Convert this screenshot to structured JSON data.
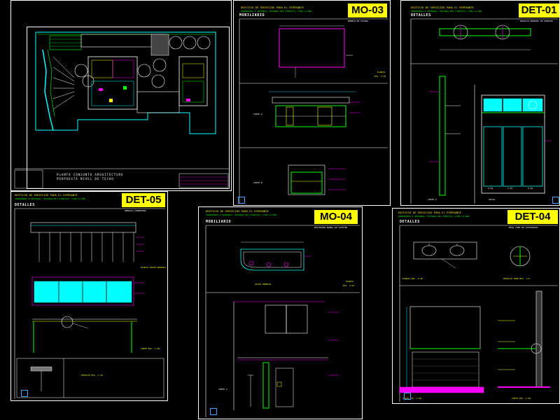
{
  "colors": {
    "background": "#000000",
    "line": "#ffffff",
    "accent": "#ffff00",
    "cyan": "#00ffff",
    "green": "#00ff00",
    "magenta": "#ff00ff",
    "blue": "#3a7bff"
  },
  "header_title": "EDIFICIO DE SERVICIOS PARA EL ESPERANTE",
  "header_subtitle": "INGENIERIA E INTEGRAL, MAYORGA DEL EJERCITO, CIMA LA MAR",
  "sheets": {
    "plan": {
      "title": "PLANTA CONJUNTO ARQUITECTURA",
      "subtitle": "PROPUESTA NIVEL DE TECHO"
    },
    "mo03": {
      "tag": "MO-03",
      "section": "MOBILIARIO",
      "tag_caption": "MUEBLE DE COCINA",
      "label_planta": "PLANTA",
      "scale_planta": "ESC. 1:25",
      "label_corte_a": "CORTE A",
      "label_corte_b": "CORTE B"
    },
    "det01": {
      "tag": "DET-01",
      "section": "DETALLES",
      "tag_caption": "DETALLE MAMPARA DE PUERTAS",
      "label_corte": "CORTE A",
      "label_vista": "VISTA",
      "door_labels": [
        "V.01",
        "V.01",
        "V.01"
      ]
    },
    "det05": {
      "tag": "DET-05",
      "section": "DETALLES",
      "tag_caption": "PERGOLA COBERTURA",
      "label_planta": "PLANTA TECHO PERGOLA",
      "label_corte": "CORTE ESC. 1:50",
      "label_detalle": "DETALLE ESC. 1:10"
    },
    "mo04": {
      "tag": "MO-04",
      "section": "MOBILIARIO",
      "tag_caption": "MOSTRADOR BARRA DE CAFETIN",
      "label_vista": "VISTA FRONTAL",
      "label_planta": "PLANTA",
      "scale_planta": "ESC. 1:25",
      "label_corte": "CORTE A"
    },
    "det04": {
      "tag": "DET-04",
      "section": "DETALLES",
      "tag_caption": "MESA TOPE DE LAVATORIOS",
      "label_planta": "PLANTA ESC. 1:20",
      "label_vista": "VISTA ESC. 1:20",
      "label_corte": "CORTE ESC. 1:20",
      "label_detalle": "DETALLE TOPE ESC. 1:5"
    }
  }
}
